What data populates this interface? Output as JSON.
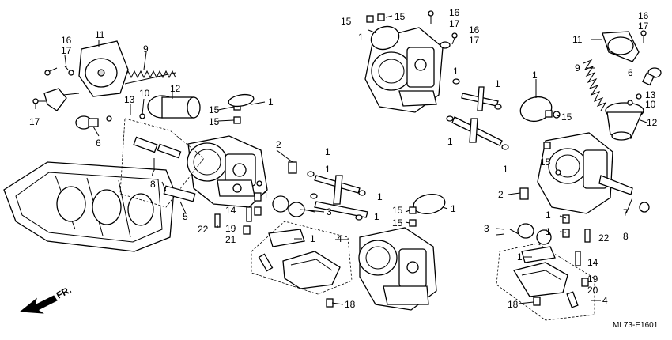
{
  "diagram_code": "ML73-E1601",
  "direction_label": "FR.",
  "callouts": {
    "c1": "1",
    "c2": "2",
    "c3": "3",
    "c4": "4",
    "c5": "5",
    "c6": "6",
    "c7": "7",
    "c8": "8",
    "c9": "9",
    "c10": "10",
    "c11": "11",
    "c12": "12",
    "c13": "13",
    "c14": "14",
    "c15": "15",
    "c16": "16",
    "c17": "17",
    "c18": "18",
    "c19": "19",
    "c20": "20",
    "c21": "21",
    "c22": "22"
  }
}
